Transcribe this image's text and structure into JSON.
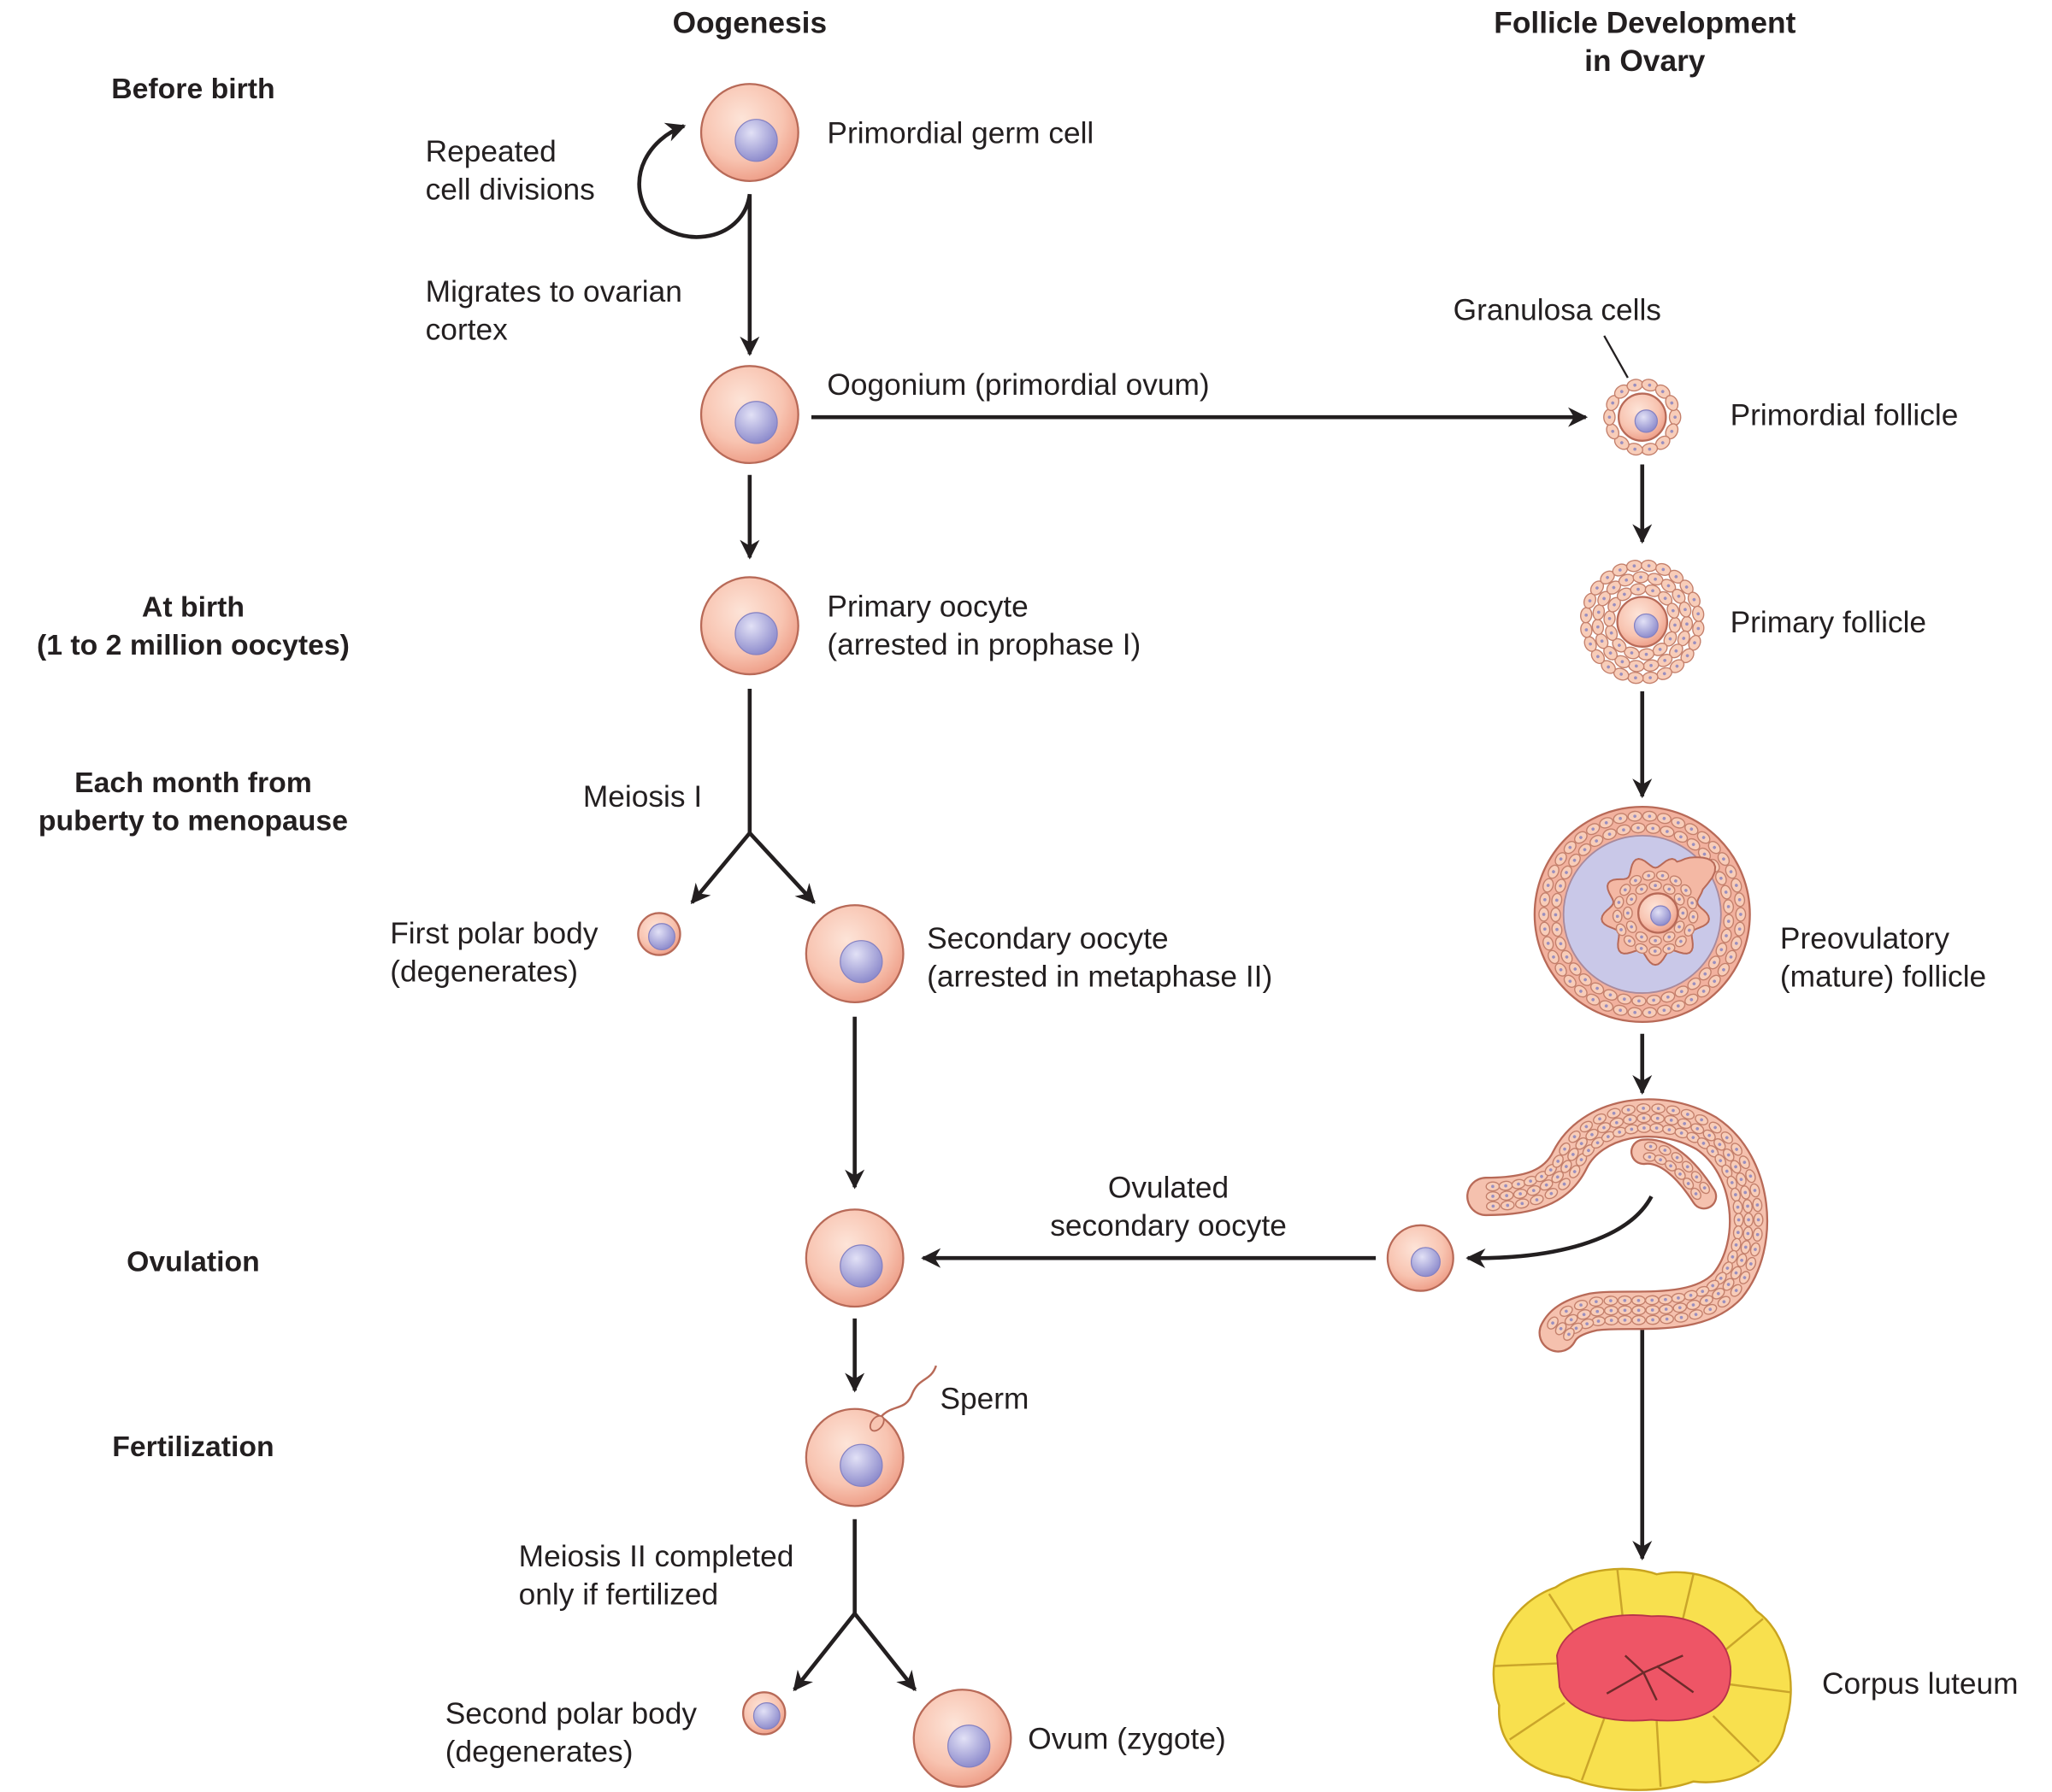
{
  "column_headers": {
    "oogenesis": "Oogenesis",
    "follicle": [
      "Follicle Development",
      "in Ovary"
    ]
  },
  "stages": {
    "before_birth": "Before birth",
    "at_birth": [
      "At birth",
      "(1 to 2 million oocytes)"
    ],
    "each_month": [
      "Each month from",
      "puberty to menopause"
    ],
    "ovulation": "Ovulation",
    "fertilization": "Fertilization"
  },
  "oogenesis": {
    "primordial_germ_cell": "Primordial germ cell",
    "repeated_divisions": [
      "Repeated",
      "cell divisions"
    ],
    "migrates": [
      "Migrates to ovarian",
      "cortex"
    ],
    "oogonium": "Oogonium (primordial ovum)",
    "primary_oocyte": [
      "Primary oocyte",
      "(arrested in prophase I)"
    ],
    "meiosis_1": "Meiosis I",
    "first_polar_body": [
      "First polar body",
      "(degenerates)"
    ],
    "secondary_oocyte": [
      "Secondary oocyte",
      "(arrested in metaphase II)"
    ],
    "sperm": "Sperm",
    "meiosis_2": [
      "Meiosis II completed",
      "only if fertilized"
    ],
    "second_polar_body": [
      "Second polar body",
      "(degenerates)"
    ],
    "ovum": "Ovum (zygote)"
  },
  "follicle_development": {
    "granulosa_cells": "Granulosa cells",
    "primordial_follicle": "Primordial follicle",
    "primary_follicle": "Primary follicle",
    "preovulatory_follicle": [
      "Preovulatory",
      "(mature) follicle"
    ],
    "ovulated_oocyte": [
      "Ovulated",
      "secondary oocyte"
    ],
    "corpus_luteum": "Corpus luteum"
  },
  "colors": {
    "cell_outline": "#b86a58",
    "arrow": "#231f20",
    "granulosa": "#f8cdb9",
    "antrum": "#c9c8e8",
    "corpus_luteum_yellow": "#f8e04e",
    "corpus_luteum_red": "#ee5566"
  }
}
